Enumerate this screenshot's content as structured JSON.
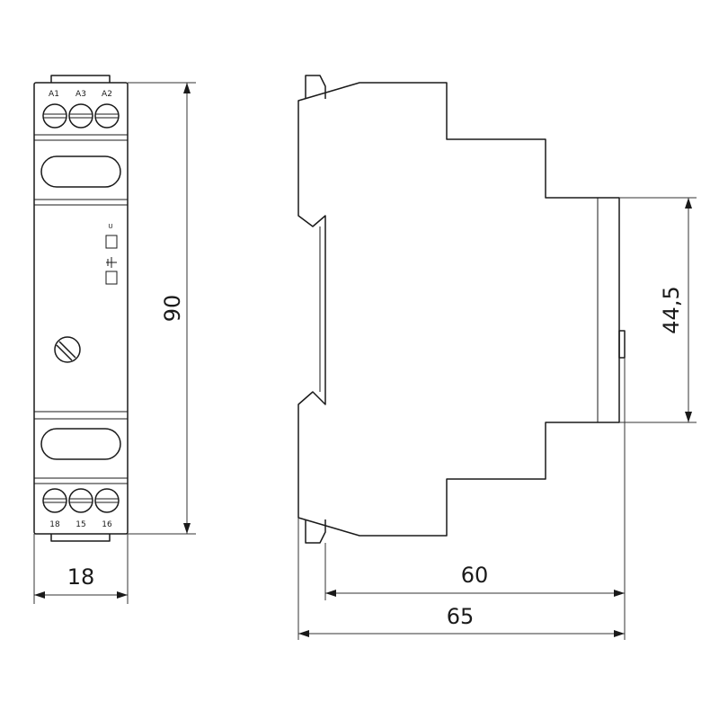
{
  "front_view": {
    "top_terminals": [
      "A1",
      "A3",
      "A2"
    ],
    "bottom_terminals": [
      "18",
      "15",
      "16"
    ],
    "indicator_label": "U"
  },
  "dimensions": {
    "width": "18",
    "height": "90",
    "depth_body": "60",
    "depth_total": "65",
    "front_height": "44,5"
  }
}
